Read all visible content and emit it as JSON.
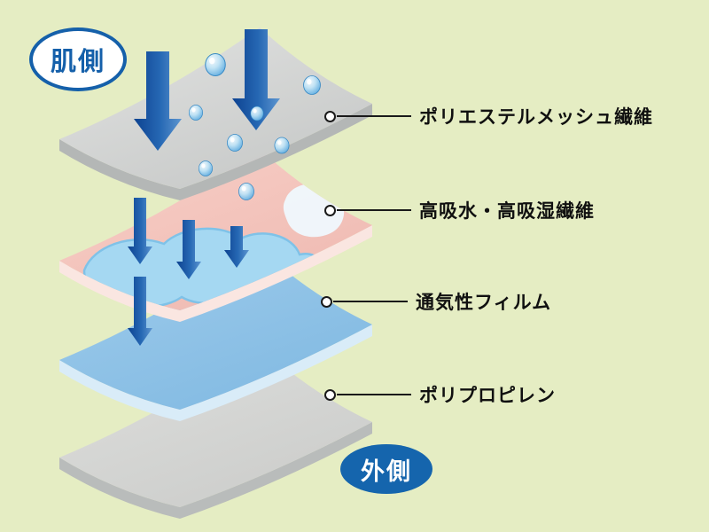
{
  "diagram": {
    "badges": {
      "skin_side": "肌側",
      "outer_side": "外側"
    },
    "layers": [
      {
        "name": "polyester-mesh-fiber",
        "label": "ポリエステルメッシュ繊維",
        "color": "#d6d7d6"
      },
      {
        "name": "high-absorption-fiber",
        "label": "高吸水・高吸湿繊維",
        "color": "#f6c9c1"
      },
      {
        "name": "breathable-film",
        "label": "通気性フィルム",
        "color": "#8fc2e6"
      },
      {
        "name": "polypropylene",
        "label": "ポリプロピレン",
        "color": "#d8d8d6"
      }
    ],
    "colors": {
      "background": "#e5edc3",
      "arrow_blue": "#1a57a8",
      "badge_blue": "#1563ac",
      "droplet_blue": "#5fb0e2",
      "absorbed_water": "#a5d8f2"
    }
  }
}
